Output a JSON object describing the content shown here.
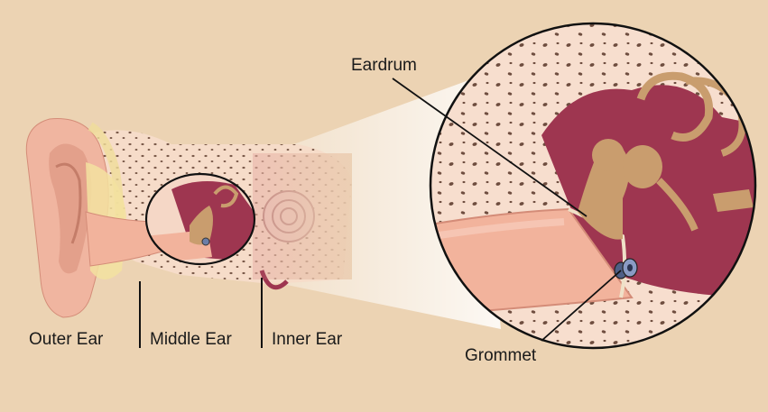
{
  "labels": {
    "outer_ear": "Outer Ear",
    "middle_ear": "Middle Ear",
    "inner_ear": "Inner Ear",
    "eardrum": "Eardrum",
    "grommet": "Grommet"
  },
  "colors": {
    "background": "#ecd3b3",
    "skin": "#f2b8a4",
    "canal": "#f4b7a0",
    "bone": "#f6dcc9",
    "cavity": "#9e3650",
    "ossicle": "#c99d6e",
    "grommet": "#6b7ea8",
    "outline": "#111111"
  },
  "icons": [
    "ear-illustration",
    "magnifier-circle",
    "grommet-tube-icon",
    "ossicles-icon",
    "cochlea-icon"
  ]
}
